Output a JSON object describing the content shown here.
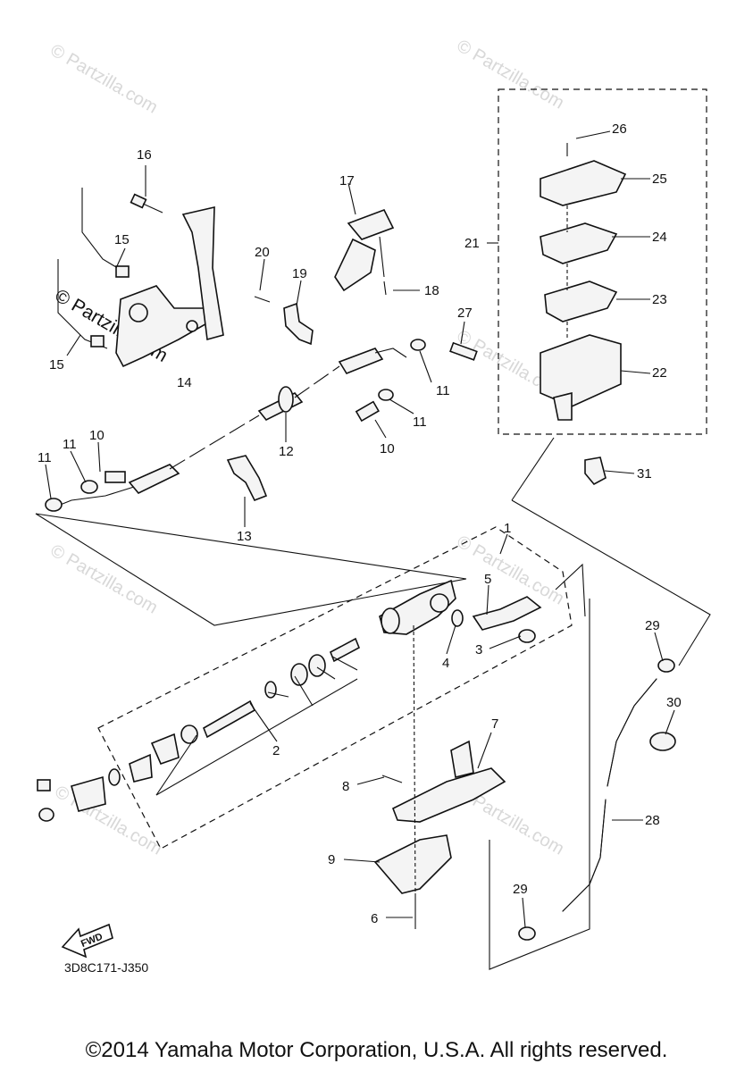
{
  "diagram_code": "3D8C171-J350",
  "fwd_label": "FWD",
  "copyright": "©2014 Yamaha Motor Corporation, U.S.A. All rights reserved.",
  "watermark": "© Partzilla.com",
  "callouts": {
    "c1": "1",
    "c2": "2",
    "c3": "3",
    "c4": "4",
    "c5": "5",
    "c6": "6",
    "c7": "7",
    "c8": "8",
    "c9": "9",
    "c10a": "10",
    "c10b": "10",
    "c11a": "11",
    "c11b": "11",
    "c11c": "11",
    "c11d": "11",
    "c12": "12",
    "c13": "13",
    "c14": "14",
    "c15a": "15",
    "c15b": "15",
    "c16": "16",
    "c17": "17",
    "c18": "18",
    "c19": "19",
    "c20": "20",
    "c21": "21",
    "c22": "22",
    "c23": "23",
    "c24": "24",
    "c25": "25",
    "c26": "26",
    "c27": "27",
    "c28": "28",
    "c29a": "29",
    "c29b": "29",
    "c30": "30",
    "c31": "31"
  }
}
